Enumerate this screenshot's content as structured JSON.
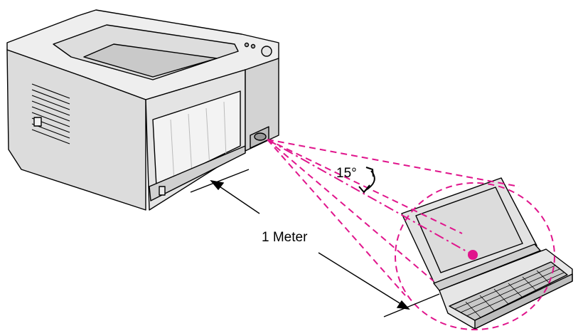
{
  "labels": {
    "angle": "15°",
    "distance": "1 Meter"
  },
  "colors": {
    "beam": "#e0158c",
    "outline": "#000000",
    "body_light": "#eeeeee",
    "body_mid": "#d6d6d6",
    "body_dark": "#b9b9b9",
    "screen": "#dcdcdc",
    "keys": "#c8c8c8"
  },
  "icons": {
    "printer": "laser-printer-illustration",
    "laptop": "laptop-illustration",
    "ir_port": "infrared-port",
    "angle_arrow": "double-headed-curved-arrow",
    "distance_arrow": "arrow-left"
  }
}
